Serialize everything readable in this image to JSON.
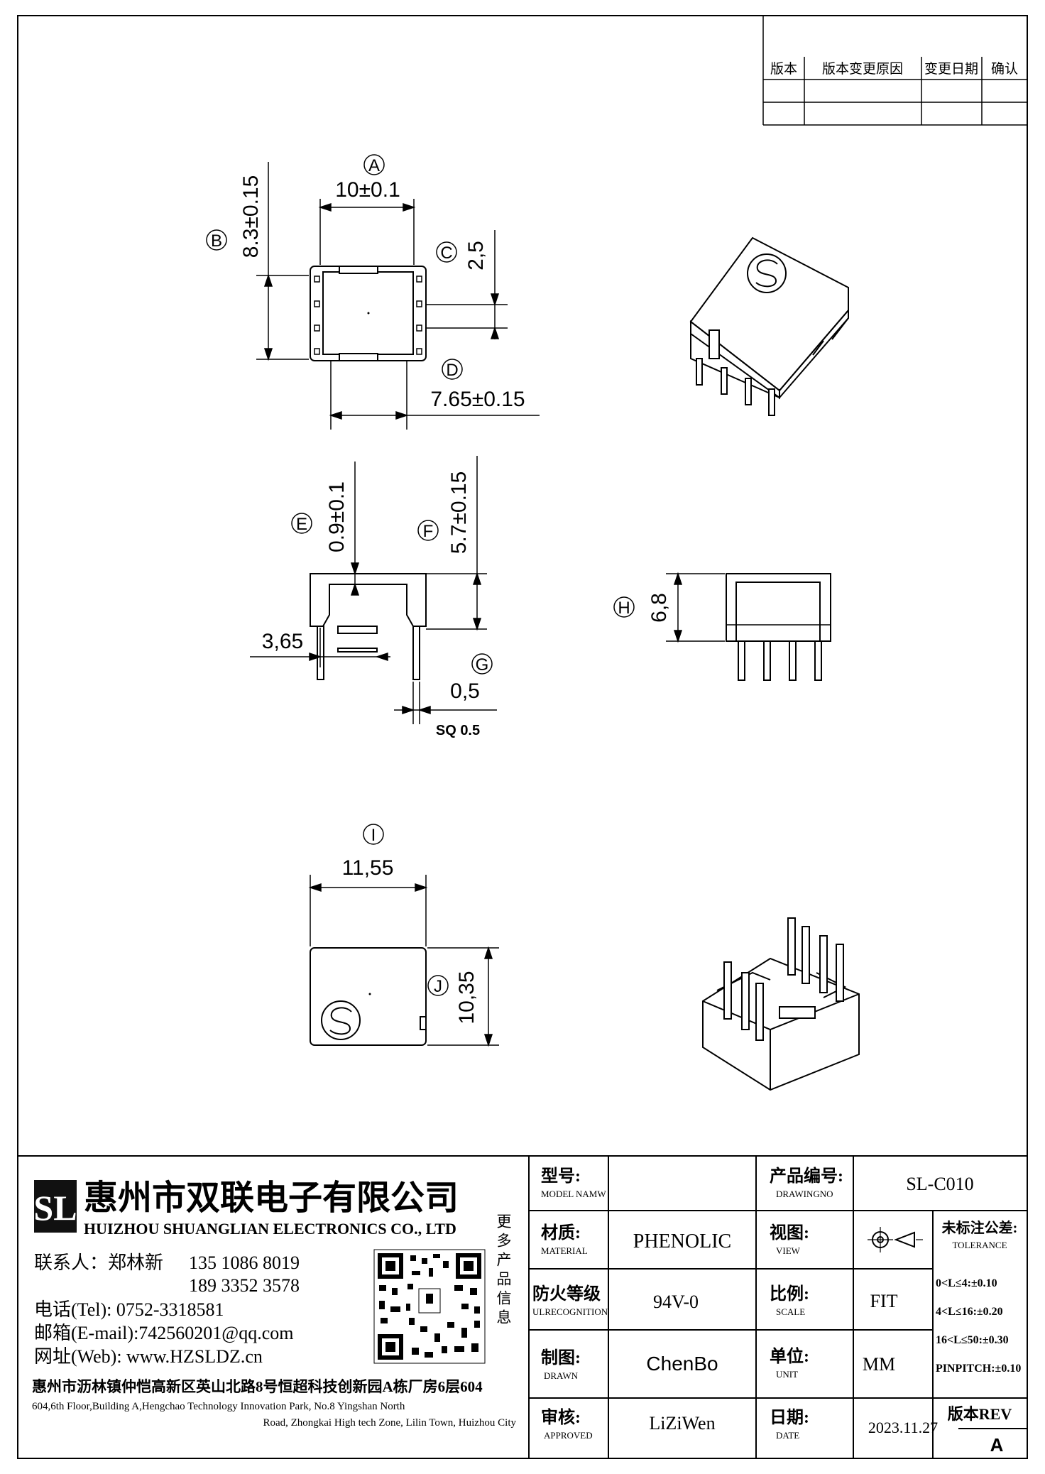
{
  "revision_table": {
    "headers": [
      "版本",
      "版本变更原因",
      "变更日期",
      "确认"
    ]
  },
  "callouts": {
    "A": "A",
    "B": "B",
    "C": "C",
    "D": "D",
    "E": "E",
    "F": "F",
    "G": "G",
    "H": "H",
    "I": "I",
    "J": "J"
  },
  "dimensions": {
    "A": "10±0.1",
    "B": "8.3±0.15",
    "C": "2,5",
    "D": "7.65±0.15",
    "E": "0.9±0.1",
    "F": "5.7±0.15",
    "G": "0,5",
    "side_width": "3,65",
    "pin_note": "SQ 0.5",
    "H": "6,8",
    "I": "11,55",
    "J": "10,35"
  },
  "company": {
    "logo_text": "SL",
    "name_cn": "惠州市双联电子有限公司",
    "name_en": "HUIZHOU SHUANGLIAN ELECTRONICS CO., LTD",
    "contact_label": "联系人：郑林新",
    "phone1": "135 1086 8019",
    "phone2": "189 3352 3578",
    "tel": "电话(Tel): 0752-3318581",
    "email": "邮箱(E-mail):742560201@qq.com",
    "web": "网址(Web): www.HZSLDZ.cn",
    "qr_caption": "更多产品信息",
    "address_cn": "惠州市沥林镇仲恺高新区英山北路8号恒超科技创新园A栋厂房6层604",
    "address_en_1": "604,6th Floor,Building A,Hengchao Technology Innovation Park, No.8 Yingshan North",
    "address_en_2": "Road, Zhongkai High tech Zone, Lilin Town, Huizhou City"
  },
  "title_block": {
    "model_label": "型号:",
    "model_sub": "MODEL NAMW",
    "model_value": "",
    "drawingno_label": "产品编号:",
    "drawingno_sub": "DRAWINGNO",
    "drawingno_value": "SL-C010",
    "material_label": "材质:",
    "material_sub": "MATERIAL",
    "material_value": "PHENOLIC",
    "view_label": "视图:",
    "view_sub": "VIEW",
    "tolerance_label": "未标注公差:",
    "tolerance_sub": "TOLERANCE",
    "tol1": "0<L≤4:±0.10",
    "tol2": "4<L≤16:±0.20",
    "tol3": "16<L≤50:±0.30",
    "tol4": "PINPITCH:±0.10",
    "ul_label": "防火等级",
    "ul_sub": "ULRECOGNITION",
    "ul_value": "94V-0",
    "scale_label": "比例:",
    "scale_sub": "SCALE",
    "scale_value": "FIT",
    "drawn_label": "制图:",
    "drawn_sub": "DRAWN",
    "drawn_value": "ChenBo",
    "unit_label": "单位:",
    "unit_sub": "UNIT",
    "unit_value": "MM",
    "approved_label": "审核:",
    "approved_sub": "APPROVED",
    "approved_value": "LiZiWen",
    "date_label": "日期:",
    "date_sub": "DATE",
    "date_value": "2023.11.27",
    "rev_label": "版本REV",
    "rev_value": "A"
  }
}
